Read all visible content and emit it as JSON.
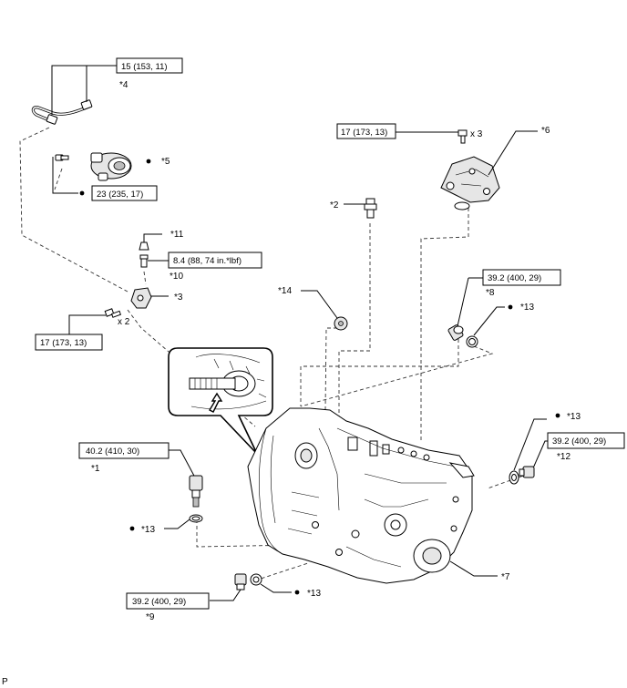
{
  "torques": {
    "t_union": "15 (153, 11)",
    "t_cylinder_bolt": "23 (235, 17)",
    "t_mount_bolt": "17 (173, 13)",
    "t_bleeder": "8.4 (88, 74 in.*lbf)",
    "t_bracket_bolt": "17 (173, 13)",
    "t_plug_8": "39.2 (400, 29)",
    "t_speed_sensor": "40.2 (410, 30)",
    "t_plug_12": "39.2 (400, 29)",
    "t_plug_9": "39.2 (400, 29)"
  },
  "quantities": {
    "q_bracket": "x 3",
    "q_mount": "x 2"
  },
  "callouts": {
    "c1": "*1",
    "c2": "*2",
    "c3": "*3",
    "c4": "*4",
    "c5": "*5",
    "c6": "*6",
    "c7": "*7",
    "c8": "*8",
    "c9": "*9",
    "c10": "*10",
    "c11": "*11",
    "c12": "*12",
    "c13a": "*13",
    "c13b": "*13",
    "c13c": "*13",
    "c13d": "*13",
    "c14": "*14"
  },
  "corner_mark": "P",
  "colors": {
    "line": "#000000",
    "shade": "#bdbdbd",
    "dashed": "#333333"
  }
}
